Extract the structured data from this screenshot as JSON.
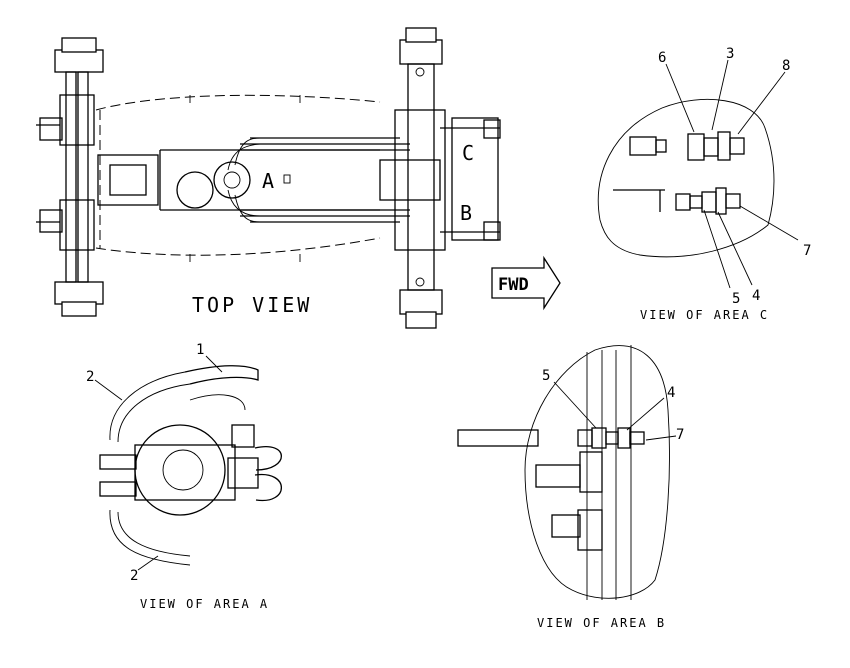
{
  "views": {
    "top": {
      "caption": "TOP VIEW",
      "area_letters": [
        "A",
        "B",
        "C"
      ],
      "direction_label": "FWD"
    },
    "area_c": {
      "caption": "VIEW OF AREA C",
      "callouts": [
        "6",
        "3",
        "8",
        "7",
        "5",
        "4"
      ]
    },
    "area_a": {
      "caption": "VIEW OF AREA A",
      "callouts": [
        "1",
        "2",
        "2"
      ]
    },
    "area_b": {
      "caption": "VIEW OF AREA B",
      "callouts": [
        "5",
        "4",
        "7"
      ]
    }
  }
}
